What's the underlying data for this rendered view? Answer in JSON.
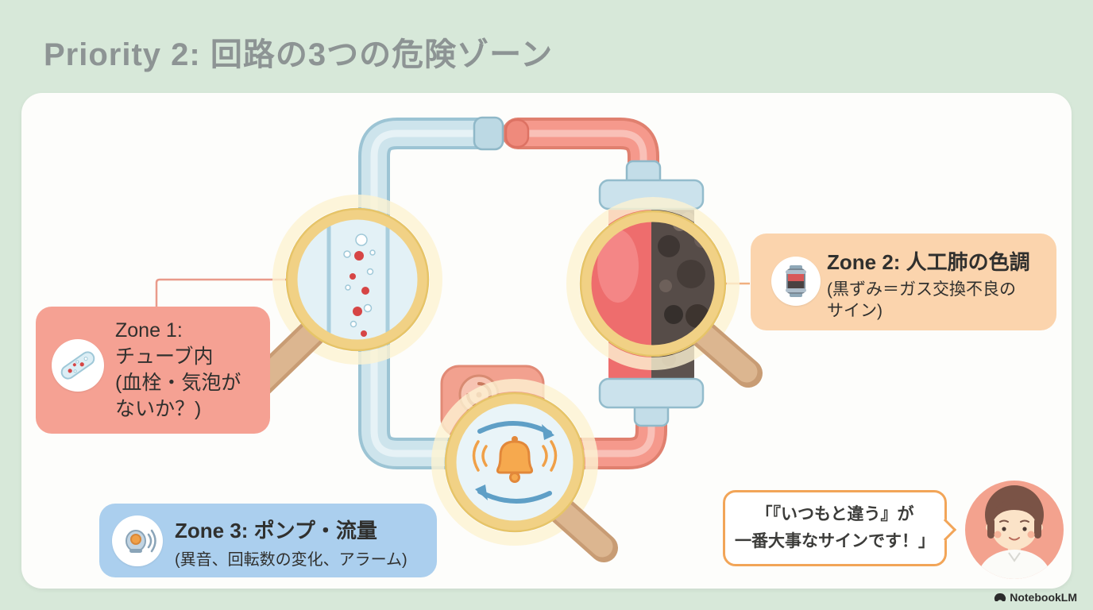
{
  "title": "Priority 2: 回路の3つの危険ゾーン",
  "zone1": {
    "line1": "Zone 1:",
    "line2": "チューブ内",
    "line3": "(血栓・気泡が",
    "line4": "ないか？)"
  },
  "zone2": {
    "title": "Zone 2: 人工肺の色調",
    "line1": "(黒ずみ＝ガス交換不良の",
    "line2": "サイン)"
  },
  "zone3": {
    "title": "Zone 3: ポンプ・流量",
    "subtitle": "(異音、回転数の変化、アラーム)"
  },
  "speech": {
    "line1": "「『いつもと違う』が",
    "line2": "一番大事なサインです！」"
  },
  "brand": "NotebookLM",
  "icons": {
    "zone1": "tube-bubbles-icon",
    "zone2": "oxygenator-icon",
    "zone3": "alarm-icon",
    "magnifier": "magnifier-icon",
    "bell": "alarm-bell-icon",
    "arrows": "rotation-arrows-icon"
  },
  "colors": {
    "background": "#d7e8d9",
    "panel": "#fdfdfb",
    "zone1_box": "#f5a193",
    "zone2_box": "#fbd4ad",
    "zone3_box": "#abcfee",
    "tube_blue": "#cde4ec",
    "tube_red": "#f5998c",
    "magnifier_ring": "#f1d185",
    "speech_border": "#f2a558"
  }
}
